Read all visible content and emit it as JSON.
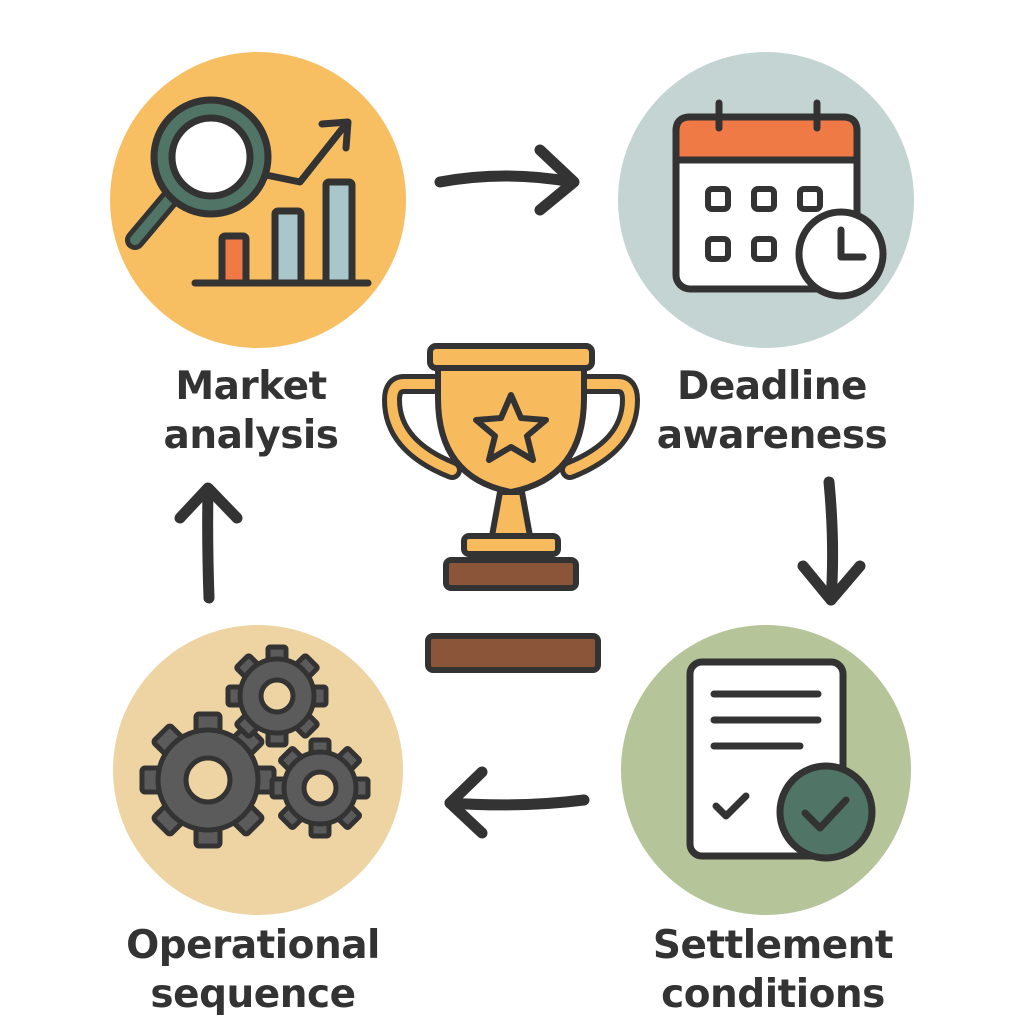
{
  "steps": {
    "market": {
      "line1": "Market",
      "line2": "analysis",
      "icon": "magnifier-chart-icon",
      "circle_color": "#F7BF62"
    },
    "deadline": {
      "line1": "Deadline",
      "line2": "awareness",
      "icon": "calendar-clock-icon",
      "circle_color": "#C4D4D2"
    },
    "settlement": {
      "line1": "Settlement",
      "line2": "conditions",
      "icon": "document-check-icon",
      "circle_color": "#B6C499"
    },
    "operational": {
      "line1": "Operational",
      "line2": "sequence",
      "icon": "gears-icon",
      "circle_color": "#EDD4A2"
    }
  },
  "center": {
    "icon": "trophy-icon"
  },
  "colors": {
    "outline": "#333333",
    "accent_orange": "#EF7A45",
    "accent_blue": "#A9C7CB",
    "trophy_gold": "#F7BA5C",
    "trophy_base": "#8A5538",
    "check_green": "#507466",
    "gear_gray": "#5B5B5B"
  }
}
